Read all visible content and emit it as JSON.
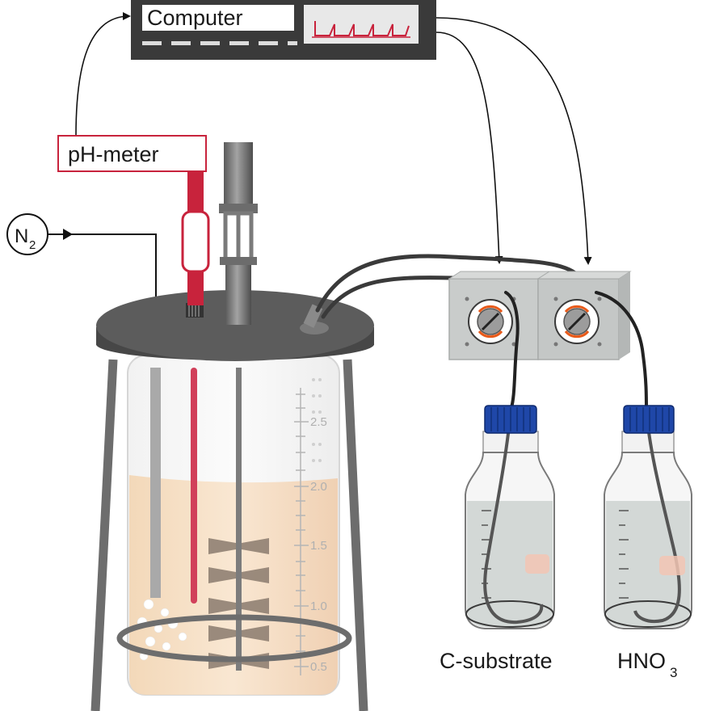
{
  "computer": {
    "label": "Computer"
  },
  "ph_meter": {
    "label": "pH-meter"
  },
  "gas": {
    "symbol": "N",
    "subscript": "2"
  },
  "reactor_scale": [
    "2.5",
    "2.0",
    "1.5",
    "1.0",
    "0.5"
  ],
  "bottles": {
    "substrate": {
      "label": "C-substrate"
    },
    "acid": {
      "main": "HNO",
      "subscript": "3"
    }
  },
  "colors": {
    "device_body": "#3a3a3a",
    "ph_red": "#c8233c",
    "pump_box": "#c9cccb",
    "pump_rotor_arrow": "#e85a1a",
    "bottle_cap": "#1f47a8",
    "culture": "#f6dcc0"
  }
}
